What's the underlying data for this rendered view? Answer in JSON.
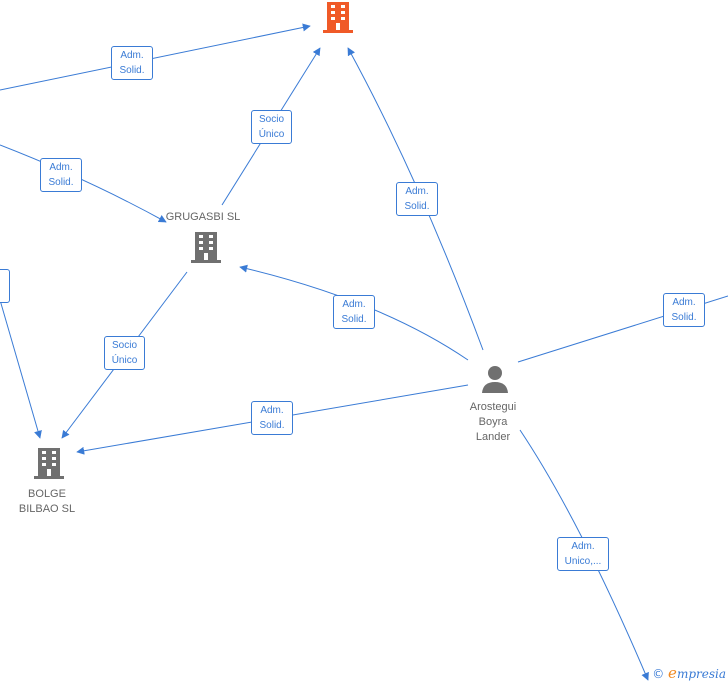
{
  "colors": {
    "edge": "#3a7bd5",
    "company_highlight": "#f05a28",
    "company": "#707070",
    "person": "#707070"
  },
  "nodes": {
    "top_company": {
      "name": "",
      "icon": "building-icon"
    },
    "grugasbi": {
      "name": "GRUGASBI SL",
      "icon": "building-icon"
    },
    "bolge": {
      "name_lines": [
        "BOLGE",
        "BILBAO SL"
      ],
      "icon": "building-icon"
    },
    "person": {
      "name_lines": [
        "Arostegui",
        "Boyra",
        "Lander"
      ],
      "icon": "person-icon"
    }
  },
  "edge_labels": [
    {
      "lines": [
        "Adm.",
        "Solid."
      ]
    },
    {
      "lines": [
        "Socio",
        "Único"
      ]
    },
    {
      "lines": [
        "Adm.",
        "Solid."
      ]
    },
    {
      "lines": [
        "Adm.",
        "Solid."
      ]
    },
    {
      "lines": [
        "Adm.",
        "Solid."
      ]
    },
    {
      "lines": [
        "Socio",
        "Único"
      ]
    },
    {
      "lines": [
        "Adm.",
        "Solid."
      ]
    },
    {
      "lines": [
        "Adm.",
        "Solid."
      ]
    },
    {
      "lines": [
        "Adm.",
        "Unico,..."
      ]
    }
  ],
  "watermark": {
    "symbol": "©",
    "brand_first": "e",
    "brand_rest": "mpresia"
  }
}
